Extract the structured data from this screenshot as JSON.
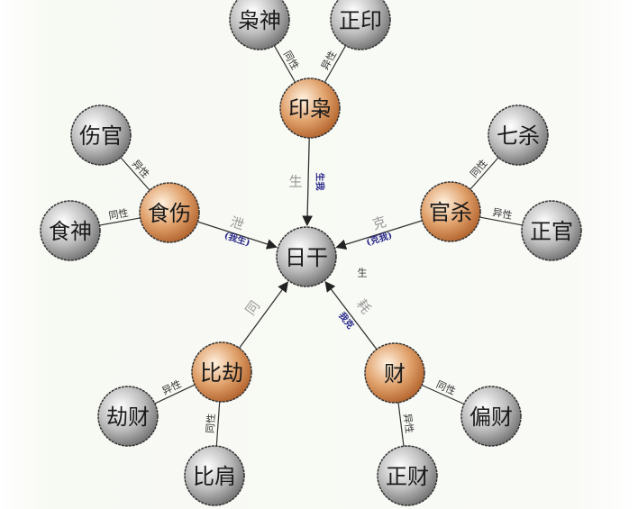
{
  "colors": {
    "gray_node": "#8c8c8c",
    "orange_node": "#c8783a",
    "line": "#333333",
    "sub_label": "#2a2a8a"
  },
  "center": {
    "id": "rigan",
    "label": "日干",
    "side_label": "生"
  },
  "groups": [
    {
      "id": "yinxiao",
      "label": "印枭",
      "relation": "生",
      "relation_sub": "生我",
      "children": [
        {
          "id": "xiaoshen",
          "label": "枭神",
          "edge": "同性"
        },
        {
          "id": "zhengyin",
          "label": "正印",
          "edge": "异性"
        }
      ]
    },
    {
      "id": "shishang",
      "label": "食伤",
      "relation": "泄",
      "relation_sub": "(我生)",
      "children": [
        {
          "id": "shangguan",
          "label": "伤官",
          "edge": "异性"
        },
        {
          "id": "shishen",
          "label": "食神",
          "edge": "同性"
        }
      ]
    },
    {
      "id": "guansha",
      "label": "官杀",
      "relation": "克",
      "relation_sub": "(克我)",
      "children": [
        {
          "id": "qisha",
          "label": "七杀",
          "edge": "同性"
        },
        {
          "id": "zhengguan",
          "label": "正官",
          "edge": "异性"
        }
      ]
    },
    {
      "id": "bijie",
      "label": "比劫",
      "relation": "同",
      "relation_sub": "",
      "children": [
        {
          "id": "jiecai",
          "label": "劫财",
          "edge": "异性"
        },
        {
          "id": "bijian",
          "label": "比肩",
          "edge": "同性"
        }
      ]
    },
    {
      "id": "cai",
      "label": "财",
      "relation": "耗",
      "relation_sub": "我克",
      "children": [
        {
          "id": "piancai",
          "label": "偏财",
          "edge": "同性"
        },
        {
          "id": "zhengcai",
          "label": "正财",
          "edge": "异性"
        }
      ]
    }
  ]
}
